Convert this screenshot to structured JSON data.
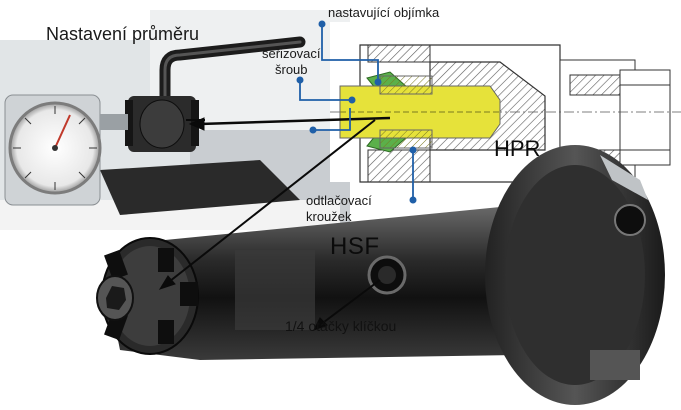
{
  "title": "Nastavení průměru",
  "labels": {
    "adjusting_sleeve": "nastavující objímka",
    "adjusting_screw_line1": "seřizovací",
    "adjusting_screw_line2": "šroub",
    "push_ring_line1": "odtlačovací",
    "push_ring_line2": "kroužek",
    "hpr": "HPR",
    "hsf": "HSF",
    "quarter_turn": "1/4 otáčky klíčkou"
  },
  "colors": {
    "callout_blue": "#1f5fa8",
    "part_yellow": "#e6e23a",
    "part_green": "#5bb04a",
    "section_gray": "#9a9a9a",
    "tool_dark": "#222222"
  },
  "icons": [
    "dial-gauge-icon",
    "hex-key-icon",
    "cutter-head-icon"
  ]
}
